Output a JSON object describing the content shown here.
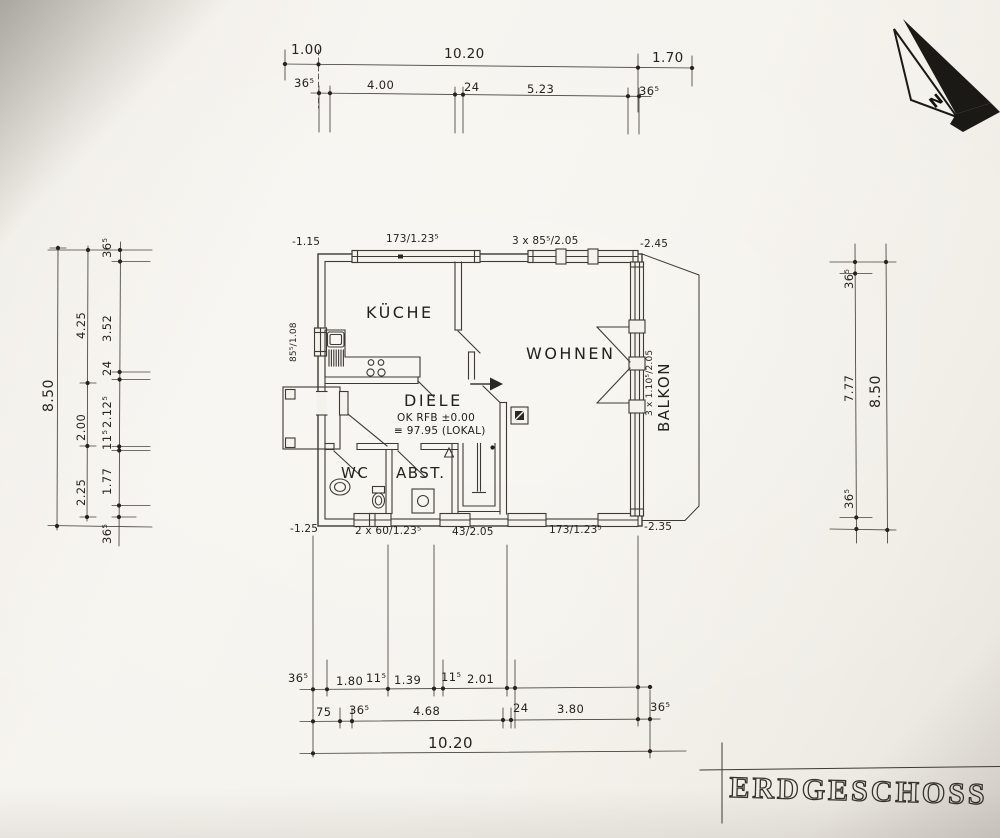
{
  "title_block": {
    "title": "ERDGESCHOSS"
  },
  "compass": {
    "label": "N"
  },
  "rooms": {
    "kueche": "KÜCHE",
    "wohnen": "WOHNEN",
    "diele": "DIELE",
    "wc": "WC",
    "abst": "ABST.",
    "balkon": "BALKON"
  },
  "floor_notes": {
    "level": "OK RFB ±0.00",
    "elevation": "≡ 97.95 (LOKAL)"
  },
  "openings": {
    "top": [
      "-1.15",
      "173/1.23⁵",
      "3 x 85⁵/2.05",
      "-2.45"
    ],
    "bottom": [
      "-1.25",
      "2 x 60/1.23⁵",
      "43/2.05",
      "173/1.23⁵",
      "-2.35"
    ],
    "left_window": "85⁵/1.08",
    "balcony_door": "3 x 1.10⁵/2.05"
  },
  "dimensions": {
    "top_row1": [
      "1.00",
      "10.20",
      "1.70"
    ],
    "top_row2": [
      "36⁵",
      "4.00",
      "24",
      "5.23",
      "36⁵"
    ],
    "left_overall": "8.50",
    "left_mid": [
      "4.25",
      "2.00",
      "2.25"
    ],
    "left_inner": [
      "36⁵",
      "3.52",
      "24",
      "2.12⁵",
      "11⁵",
      "1.77",
      "36⁵"
    ],
    "right_inner": [
      "36⁵",
      "7.77",
      "36⁵"
    ],
    "right_overall": "8.50",
    "bottom_row1": [
      "36⁵",
      "1.80",
      "11⁵",
      "1.39",
      "11⁵",
      "2.01"
    ],
    "bottom_row2": [
      "75",
      "36⁵",
      "4.68",
      "24",
      "3.80",
      "36⁵"
    ],
    "bottom_overall": "10.20"
  }
}
